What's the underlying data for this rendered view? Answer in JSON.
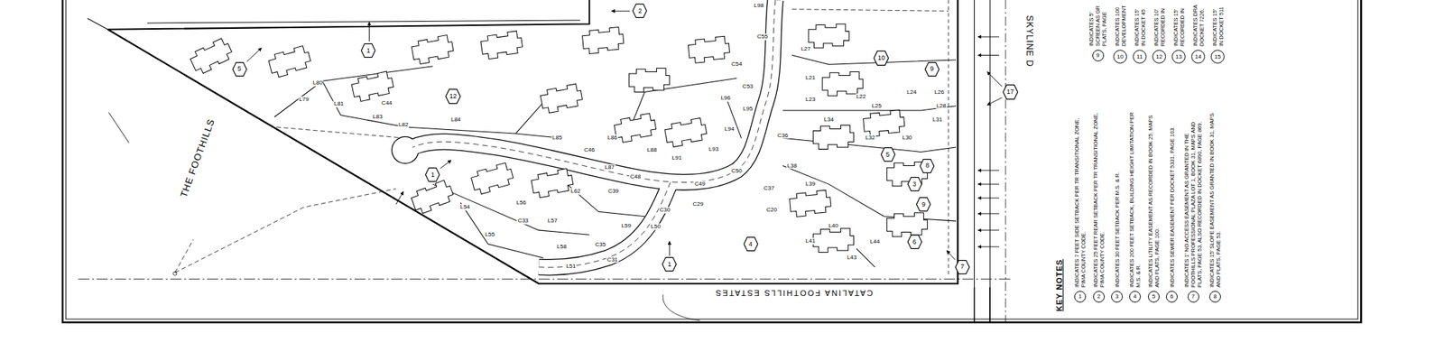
{
  "diagram": {
    "nodes": [
      {
        "text": [
          "1"
        ]
      },
      {
        "text": [
          "2"
        ]
      },
      {
        "text": [
          "5"
        ]
      },
      {
        "text": [
          "12"
        ]
      },
      {
        "text": [
          "1"
        ]
      },
      {
        "text": [
          "1"
        ]
      },
      {
        "text": [
          "4"
        ]
      },
      {
        "text": [
          "10"
        ]
      },
      {
        "text": [
          "9"
        ]
      },
      {
        "text": [
          "17"
        ]
      },
      {
        "text": [
          "5"
        ]
      },
      {
        "text": [
          "8"
        ]
      },
      {
        "text": [
          "3"
        ]
      },
      {
        "text": [
          "9"
        ]
      },
      {
        "text": [
          "6"
        ]
      },
      {
        "text": [
          "7"
        ]
      },
      {
        "text": [
          "1"
        ]
      },
      {
        "text": [
          "2"
        ]
      },
      {
        "text": [
          "3"
        ]
      },
      {
        "text": [
          "4"
        ]
      },
      {
        "text": [
          "5"
        ]
      },
      {
        "text": [
          "6"
        ]
      },
      {
        "text": [
          "7"
        ]
      },
      {
        "text": [
          "8"
        ]
      },
      {
        "text": [
          "9"
        ]
      },
      {
        "text": [
          "10"
        ]
      },
      {
        "text": [
          "11"
        ]
      },
      {
        "text": [
          "12"
        ]
      },
      {
        "text": [
          "13"
        ]
      },
      {
        "text": [
          "14"
        ]
      },
      {
        "text": [
          "15"
        ]
      }
    ],
    "labels": [
      "THE FOOTHILLS",
      "CATALINA FOOTHILLS ESTATES",
      "SKYLINE D",
      "KEY NOTES",
      "INDICATES 7 FEET SIDE SETBACK PER TR TRANSITIONAL ZONE, PIMA COUNTY CODE.",
      "INDICATES 25 FEET REAR SETBACK PER TR TRANSITIONAL ZONE, PIMA COUNTY CODE.",
      "INDICATES 30 FEET SETBACK PER M.S. & R.",
      "INDICATES 200 FEET SETBACK, BUILDING HEIGHT LIMITATION PER M.S. & R.",
      "INDICATES UTILITY EASEMENT AS RECORDED IN BOOK 25, MAPS AND PLATS, PAGE 100.",
      "INDICATES SEWER EASEMENT PER DOCKET 5331, PAGE 103.",
      "INDICATES 1' NO ACCESS EASEMENT AS GRANTED IN THE FOOTHILLS PROFESSIONAL PLAZA LOT 1, BOOK 31, MAPS AND PLATS, PAGE 53, ALSO RECORDED IN DOCKET 6890, PAGE 869.",
      "INDICATES 15' SLOPE EASEMENT AS GRANTED IN BOOK 31, MAPS AND PLATS, PAGE 53.",
      "INDICATES 5' SCREEN AS GR PLATS, PAGE",
      "INDICATES 100 DEVELOPMENT",
      "INDICATES 15' IN DOCKET 45",
      "INDICATES 10' RECORDED IN",
      "INDICATES 15' RECORDED IN",
      "INDICATES DRA DOCKET 7226,",
      "INDICATES 15' IN DOCKET 511",
      "L80",
      "L79",
      "L81",
      "C44",
      "L83",
      "L82",
      "L84",
      "L85",
      "C46",
      "L86",
      "L87",
      "C48",
      "L88",
      "L91",
      "C49",
      "L93",
      "L94",
      "L95",
      "L96",
      "C53",
      "C54",
      "C55",
      "L98",
      "C50",
      "C30",
      "C29",
      "L50",
      "C31",
      "L51",
      "C33",
      "L54",
      "L55",
      "L56",
      "L57",
      "L58",
      "C35",
      "L59",
      "L62",
      "C39",
      "C37",
      "L38",
      "C20",
      "L39",
      "L40",
      "L41",
      "L43",
      "L44",
      "L21",
      "L22",
      "L23",
      "L24",
      "L25",
      "L26",
      "L27",
      "L30",
      "L31",
      "L32",
      "L34",
      "C36",
      "L28"
    ]
  }
}
